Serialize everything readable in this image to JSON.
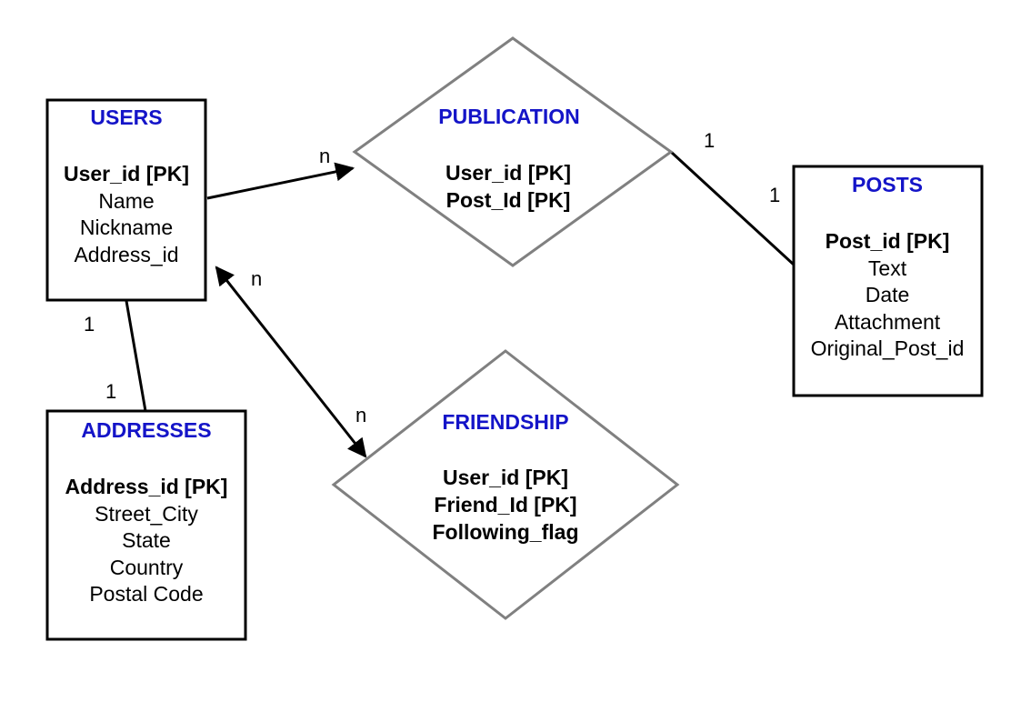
{
  "entities": {
    "users": {
      "title": "USERS",
      "pk": "User_id [PK]",
      "attrs": [
        "Name",
        "Nickname",
        "Address_id"
      ]
    },
    "addresses": {
      "title": "ADDRESSES",
      "pk": "Address_id [PK]",
      "attrs": [
        "Street_City",
        "State",
        "Country",
        "Postal Code"
      ]
    },
    "posts": {
      "title": "POSTS",
      "pk": "Post_id [PK]",
      "attrs": [
        "Text",
        "Date",
        "Attachment",
        "Original_Post_id"
      ]
    }
  },
  "relationships": {
    "publication": {
      "title": "PUBLICATION",
      "keys": [
        "User_id [PK]",
        "Post_Id [PK]"
      ]
    },
    "friendship": {
      "title": "FRIENDSHIP",
      "keys": [
        "User_id [PK]",
        "Friend_Id [PK]",
        "Following_flag"
      ]
    }
  },
  "cardinalities": {
    "users_publication": "n",
    "publication_side": "1",
    "posts_side": "1",
    "users_friendship_top": "n",
    "users_friendship_bottom": "n",
    "users_addresses_top": "1",
    "users_addresses_bottom": "1"
  },
  "colors": {
    "entity_title": "#1414c8",
    "relationship_border": "#808080",
    "line": "#000000"
  }
}
